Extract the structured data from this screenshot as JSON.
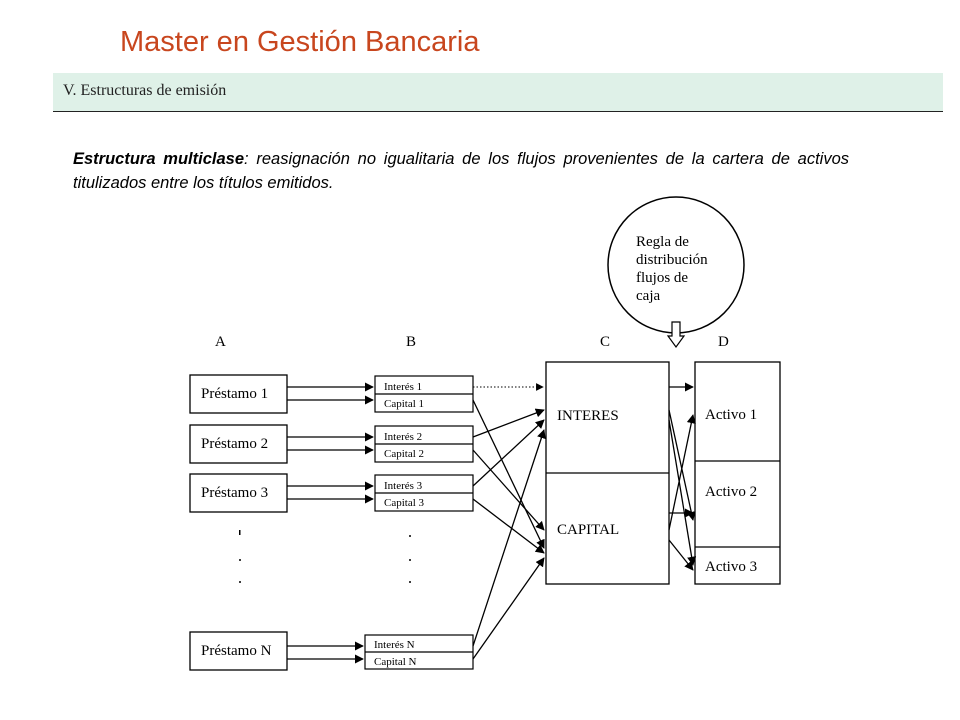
{
  "header": {
    "title": "Master en Gestión Bancaria",
    "section": "V. Estructuras de emisión"
  },
  "intro": {
    "term": "Estructura multiclase",
    "text": ": reasignación no igualitaria de los flujos provenientes de la cartera de activos titulizados entre los títulos emitidos."
  },
  "diagram": {
    "column_labels": [
      "A",
      "B",
      "C",
      "D"
    ],
    "rule": [
      "Regla de",
      "distribución",
      "flujos de",
      "caja"
    ],
    "loans": [
      "Préstamo 1",
      "Préstamo 2",
      "Préstamo 3",
      "Préstamo N"
    ],
    "flows": [
      [
        "Interés 1",
        "Capital 1"
      ],
      [
        "Interés 2",
        "Capital 2"
      ],
      [
        "Interés 3",
        "Capital 3"
      ],
      [
        "Interés N",
        "Capital N"
      ]
    ],
    "pool": [
      "INTERES",
      "CAPITAL"
    ],
    "assets": [
      "Activo 1",
      "Activo 2",
      "Activo 3"
    ]
  }
}
